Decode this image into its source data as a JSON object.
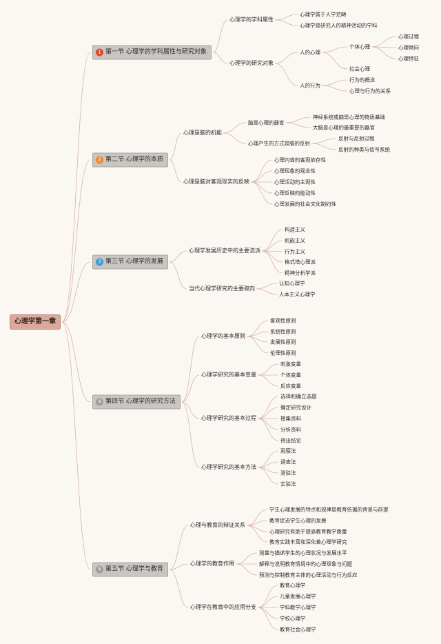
{
  "root": "心理学第一章",
  "colors": {
    "s1": "#e0492c",
    "s2": "#f08a2e",
    "s3": "#3a9ad9",
    "s4": "#9e9e9e",
    "s5": "#9e9e9e"
  },
  "sections": [
    {
      "badge": "1",
      "title": "第一节 心理学的学科属性与研究对象"
    },
    {
      "badge": "2",
      "title": "第二节 心理学的本质"
    },
    {
      "badge": "3",
      "title": "第三节 心理学的发展"
    },
    {
      "badge": "4",
      "title": "第四节 心理学的研究方法"
    },
    {
      "badge": "5",
      "title": "第五节 心理学与教育"
    }
  ],
  "labels": {
    "s1a": "心理学的学科属性",
    "s1a1": "心理学属于人学范畴",
    "s1a2": "心理学是研究人的精神活动的学科",
    "s1b": "心理学的研究对象",
    "s1b1": "人的心理",
    "s1b1a": "个体心理",
    "s1b1a1": "心理过程",
    "s1b1a2": "心理倾向",
    "s1b1a3": "心理特征",
    "s1b1b": "社会心理",
    "s1b2": "人的行为",
    "s1b2a": "行为的概念",
    "s1b2b": "心理与行为的关系",
    "s2a": "心理是脑的机能",
    "s2a1": "脑是心理的器官",
    "s2a1a": "神经系统或脑是心理的物质基础",
    "s2a1b": "大脑是心理的最重要的器官",
    "s2a2": "心理产生的方式是脑的反射",
    "s2a2a": "反射与反射过程",
    "s2a2b": "反射的种类与信号系统",
    "s2b": "心理是脑对客观现实的反映",
    "s2b1": "心理内容的客观依存性",
    "s2b2": "心理现象的观念性",
    "s2b3": "心理活动的主观性",
    "s2b4": "心理反映的能动性",
    "s2b5": "心理发展的社会文化制约性",
    "s3a": "心理学发展历史中的主要流派",
    "s3a1": "构造主义",
    "s3a2": "机能主义",
    "s3a3": "行为主义",
    "s3a4": "格式塔心理派",
    "s3a5": "精神分析学派",
    "s3b": "当代心理学研究的主要取向",
    "s3b1": "认知心理学",
    "s3b2": "人本主义心理学",
    "s4a": "心理学的基本原则",
    "s4a1": "客观性原则",
    "s4a2": "系统性原则",
    "s4a3": "发展性原则",
    "s4a4": "伦理性原则",
    "s4b": "心理学研究的基本变量",
    "s4b1": "刺激变量",
    "s4b2": "个体变量",
    "s4b3": "反应变量",
    "s4c": "心理学研究的基本过程",
    "s4c1": "选择和确立选题",
    "s4c2": "确定研究设计",
    "s4c3": "搜集资料",
    "s4c4": "分析资料",
    "s4c5": "得出结论",
    "s4d": "心理学研究的基本方法",
    "s4d1": "观察法",
    "s4d2": "调查法",
    "s4d3": "测验法",
    "s4d4": "实验法",
    "s5a": "心理与教育的辩证关系",
    "s5a1": "学生心理发展的特点和规律是教育依据的背景与前提",
    "s5a2": "教育促进学生心理的发展",
    "s5a3": "心理研究有助于提高教育教学质量",
    "s5a4": "教育实践丰富和深化着心理学研究",
    "s5b": "心理学的教育作用",
    "s5b1": "测量与描述学生的心理状况与发展水平",
    "s5b2": "解释与说明教育情境中的心理现象与问题",
    "s5b3": "预测与控制教育主体的心理活动与行为反应",
    "s5c": "心理学在教育中的应用分支",
    "s5c1": "教育心理学",
    "s5c2": "儿童发展心理学",
    "s5c3": "学科教学心理学",
    "s5c4": "学校心理学",
    "s5c5": "教育社会心理学"
  }
}
